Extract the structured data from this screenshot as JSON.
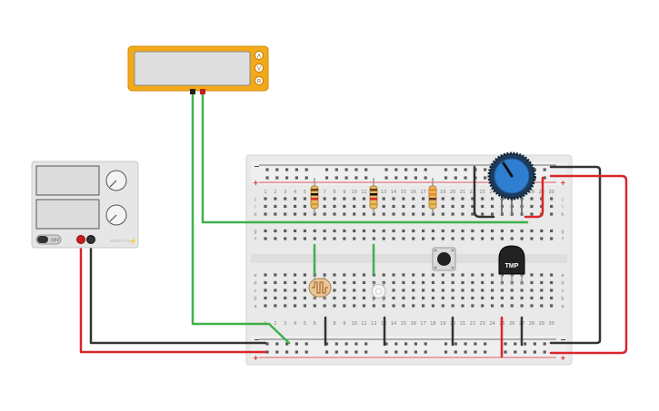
{
  "colors": {
    "background": "#ffffff",
    "wire_green": "#3fb04a",
    "wire_red": "#d9262a",
    "wire_black": "#333333",
    "multimeter_body": "#f2a91a",
    "breadboard": "#e8e8e8",
    "power_supply": "#e6e6e6",
    "potentiometer": "#2f7ecf"
  },
  "multimeter": {
    "modes": [
      "A",
      "V",
      "R"
    ]
  },
  "power_supply": {
    "switch_label": "OFF",
    "brand": "BENCH PS"
  },
  "breadboard": {
    "column_numbers": [
      "1",
      "2",
      "3",
      "4",
      "5",
      "6",
      "7",
      "8",
      "9",
      "10",
      "11",
      "12",
      "13",
      "14",
      "15",
      "16",
      "17",
      "18",
      "19",
      "20",
      "21",
      "22",
      "23",
      "24",
      "25",
      "26",
      "27",
      "28",
      "29",
      "30"
    ],
    "rows_top": [
      "j",
      "i",
      "h",
      "g",
      "f"
    ],
    "rows_bottom": [
      "e",
      "d",
      "c",
      "b",
      "a"
    ],
    "rail_plus": "+",
    "rail_minus": "−"
  },
  "components": {
    "temperature_sensor_label": "TMP"
  }
}
